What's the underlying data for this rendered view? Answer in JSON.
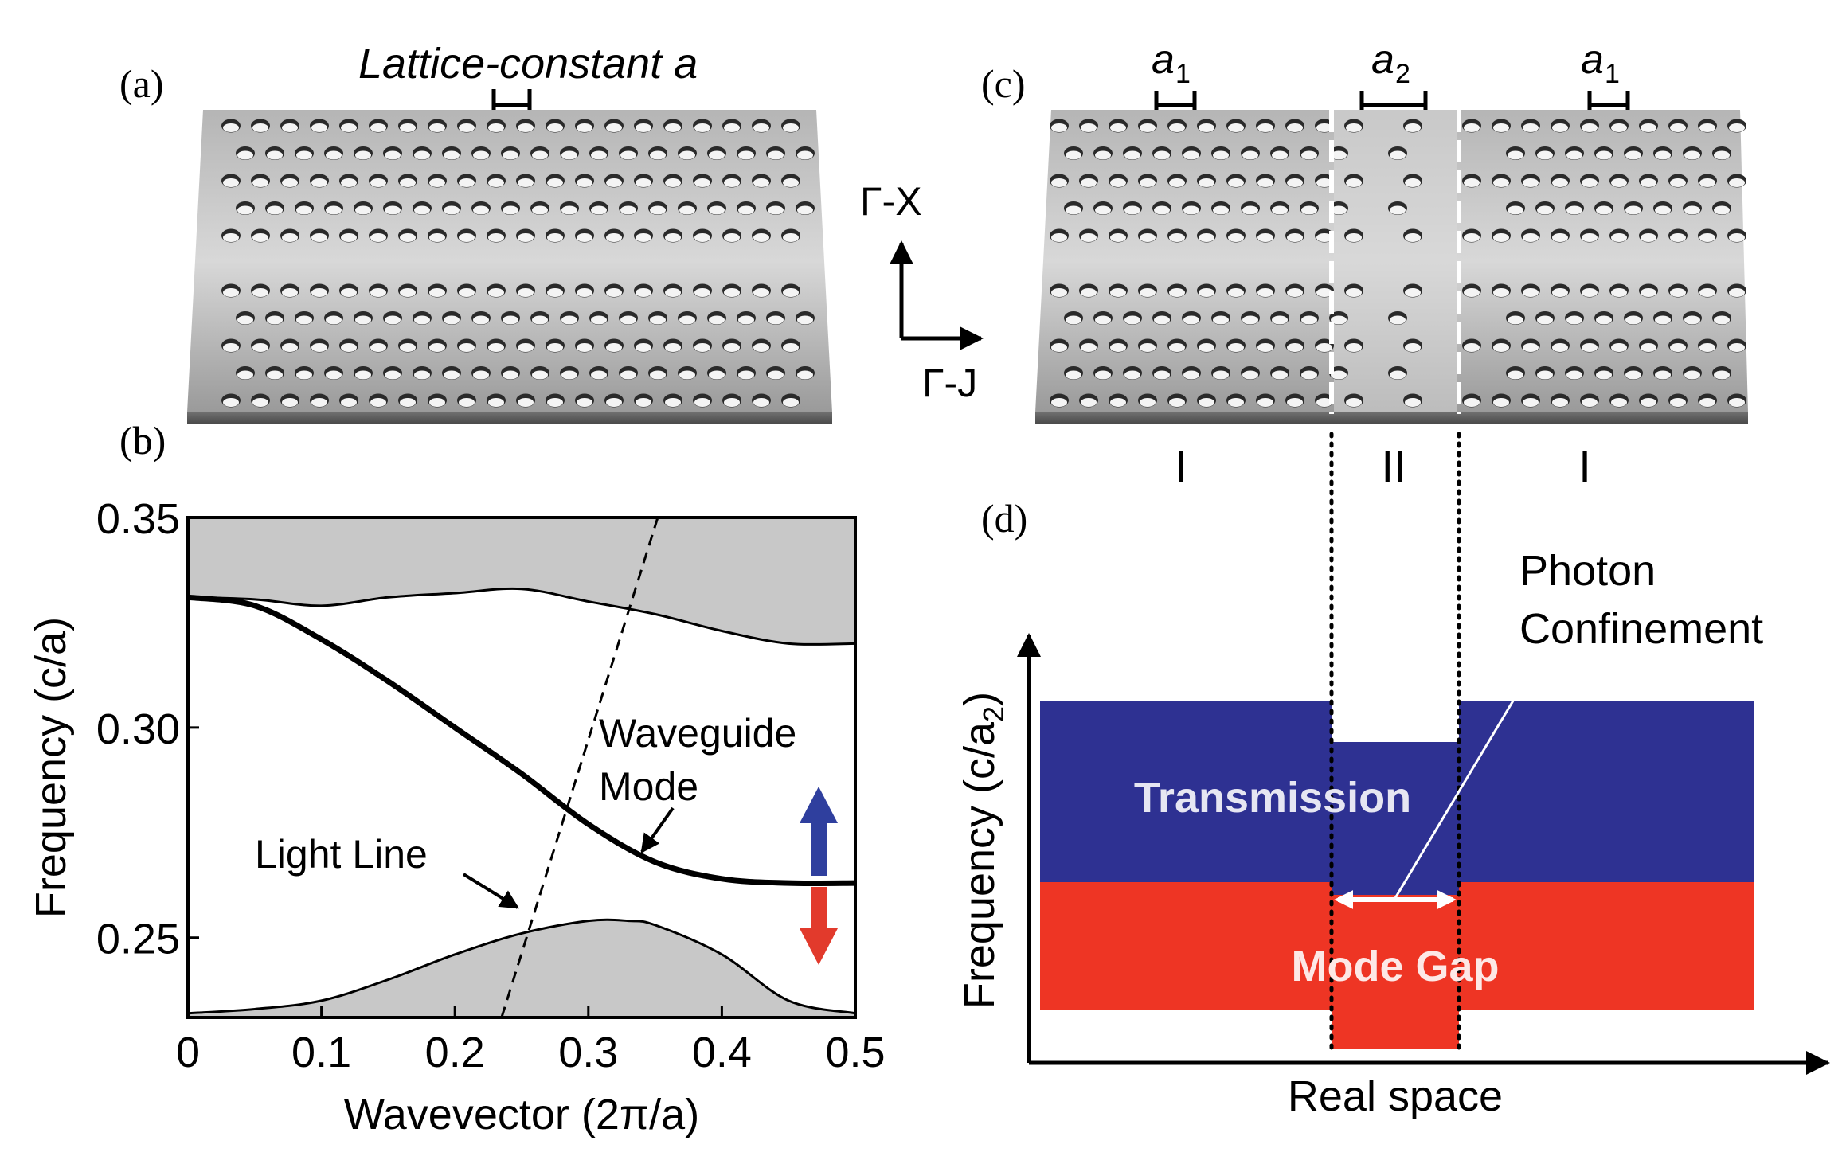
{
  "panels": {
    "a": {
      "label": "(a)",
      "lattice_label": "Lattice-constant a"
    },
    "axes_indicator": {
      "up_label": "Γ-X",
      "right_label": "Γ-J"
    },
    "c": {
      "label": "(c)",
      "a1_label": "a",
      "a1_sub": "1",
      "a2_label": "a",
      "a2_sub": "2",
      "region_labels": [
        "I",
        "II",
        "I"
      ]
    },
    "b": {
      "label": "(b)",
      "annotations": {
        "waveguide_line1": "Waveguide",
        "waveguide_line2": "Mode",
        "light_line": "Light Line"
      },
      "arrow_colors": {
        "up": "#2f3f9e",
        "down": "#e23a2c"
      }
    },
    "d": {
      "label": "(d)",
      "ylabel_prefix": "Frequency  (c/a",
      "ylabel_sub": "2",
      "ylabel_suffix": ")",
      "xlabel": "Real space",
      "transmission_label": "Transmission",
      "mode_gap_label": "Mode Gap",
      "photon_line1": "Photon",
      "photon_line2": "Confinement",
      "colors": {
        "transmission": "#2e3192",
        "mode_gap": "#ee3524"
      }
    }
  },
  "chart_data": {
    "type": "line",
    "title": "",
    "xlabel": "Wavevector (2π/a)",
    "ylabel": "Frequency (c/a)",
    "xlim": [
      0,
      0.5
    ],
    "ylim": [
      0.231,
      0.35
    ],
    "xticks": [
      "0",
      "0.1",
      "0.2",
      "0.3",
      "0.4",
      "0.5"
    ],
    "yticks": [
      "0.25",
      "0.30",
      "0.35"
    ],
    "series": [
      {
        "kind": "upper-band-edge",
        "x": [
          0,
          0.05,
          0.1,
          0.15,
          0.2,
          0.25,
          0.3,
          0.35,
          0.4,
          0.45,
          0.5
        ],
        "y": [
          0.331,
          0.3305,
          0.329,
          0.331,
          0.332,
          0.333,
          0.33,
          0.327,
          0.323,
          0.32,
          0.32
        ]
      },
      {
        "kind": "waveguide-mode",
        "x": [
          0,
          0.05,
          0.1,
          0.15,
          0.2,
          0.25,
          0.3,
          0.35,
          0.4,
          0.45,
          0.5
        ],
        "y": [
          0.331,
          0.329,
          0.321,
          0.311,
          0.3,
          0.289,
          0.277,
          0.268,
          0.264,
          0.263,
          0.263
        ]
      },
      {
        "kind": "lower-band-edge",
        "x": [
          0,
          0.05,
          0.1,
          0.15,
          0.2,
          0.25,
          0.3,
          0.33,
          0.35,
          0.4,
          0.45,
          0.5
        ],
        "y": [
          0.232,
          0.233,
          0.235,
          0.24,
          0.246,
          0.251,
          0.254,
          0.254,
          0.253,
          0.246,
          0.235,
          0.232
        ]
      },
      {
        "kind": "light-line",
        "x": [
          0.235,
          0.352
        ],
        "y": [
          0.231,
          0.35
        ]
      }
    ]
  }
}
